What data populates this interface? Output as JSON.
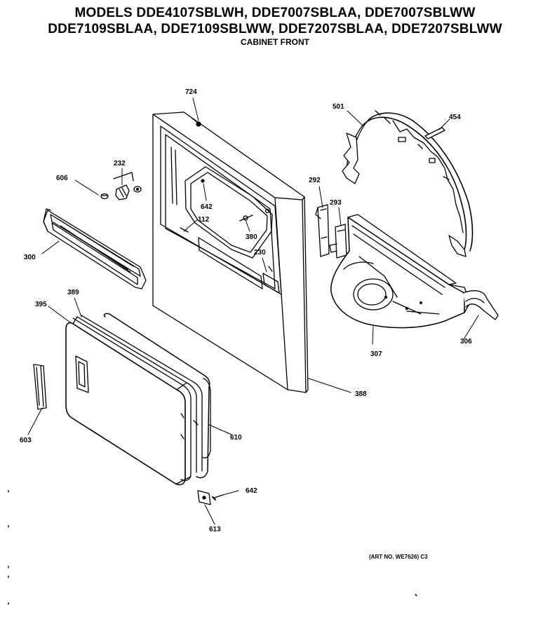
{
  "header": {
    "title_line1": "MODELS DDE4107SBLWH, DDE7007SBLAA, DDE7007SBLWW",
    "title_line2": "DDE7109SBLAA, DDE7109SBLWW, DDE7207SBLAA, DDE7207SBLWW",
    "subtitle": "CABINET FRONT"
  },
  "parts": {
    "p724": "724",
    "p501": "501",
    "p454": "454",
    "p232": "232",
    "p606": "606",
    "p292": "292",
    "p293": "293",
    "p642a": "642",
    "p112": "112",
    "p380": "380",
    "p230": "230",
    "p300": "300",
    "p389": "389",
    "p395": "395",
    "p307": "307",
    "p306": "306",
    "p388": "388",
    "p603": "603",
    "p610": "610",
    "p642b": "642",
    "p613": "613"
  },
  "art_number": "(ART NO. WE7626) C3"
}
